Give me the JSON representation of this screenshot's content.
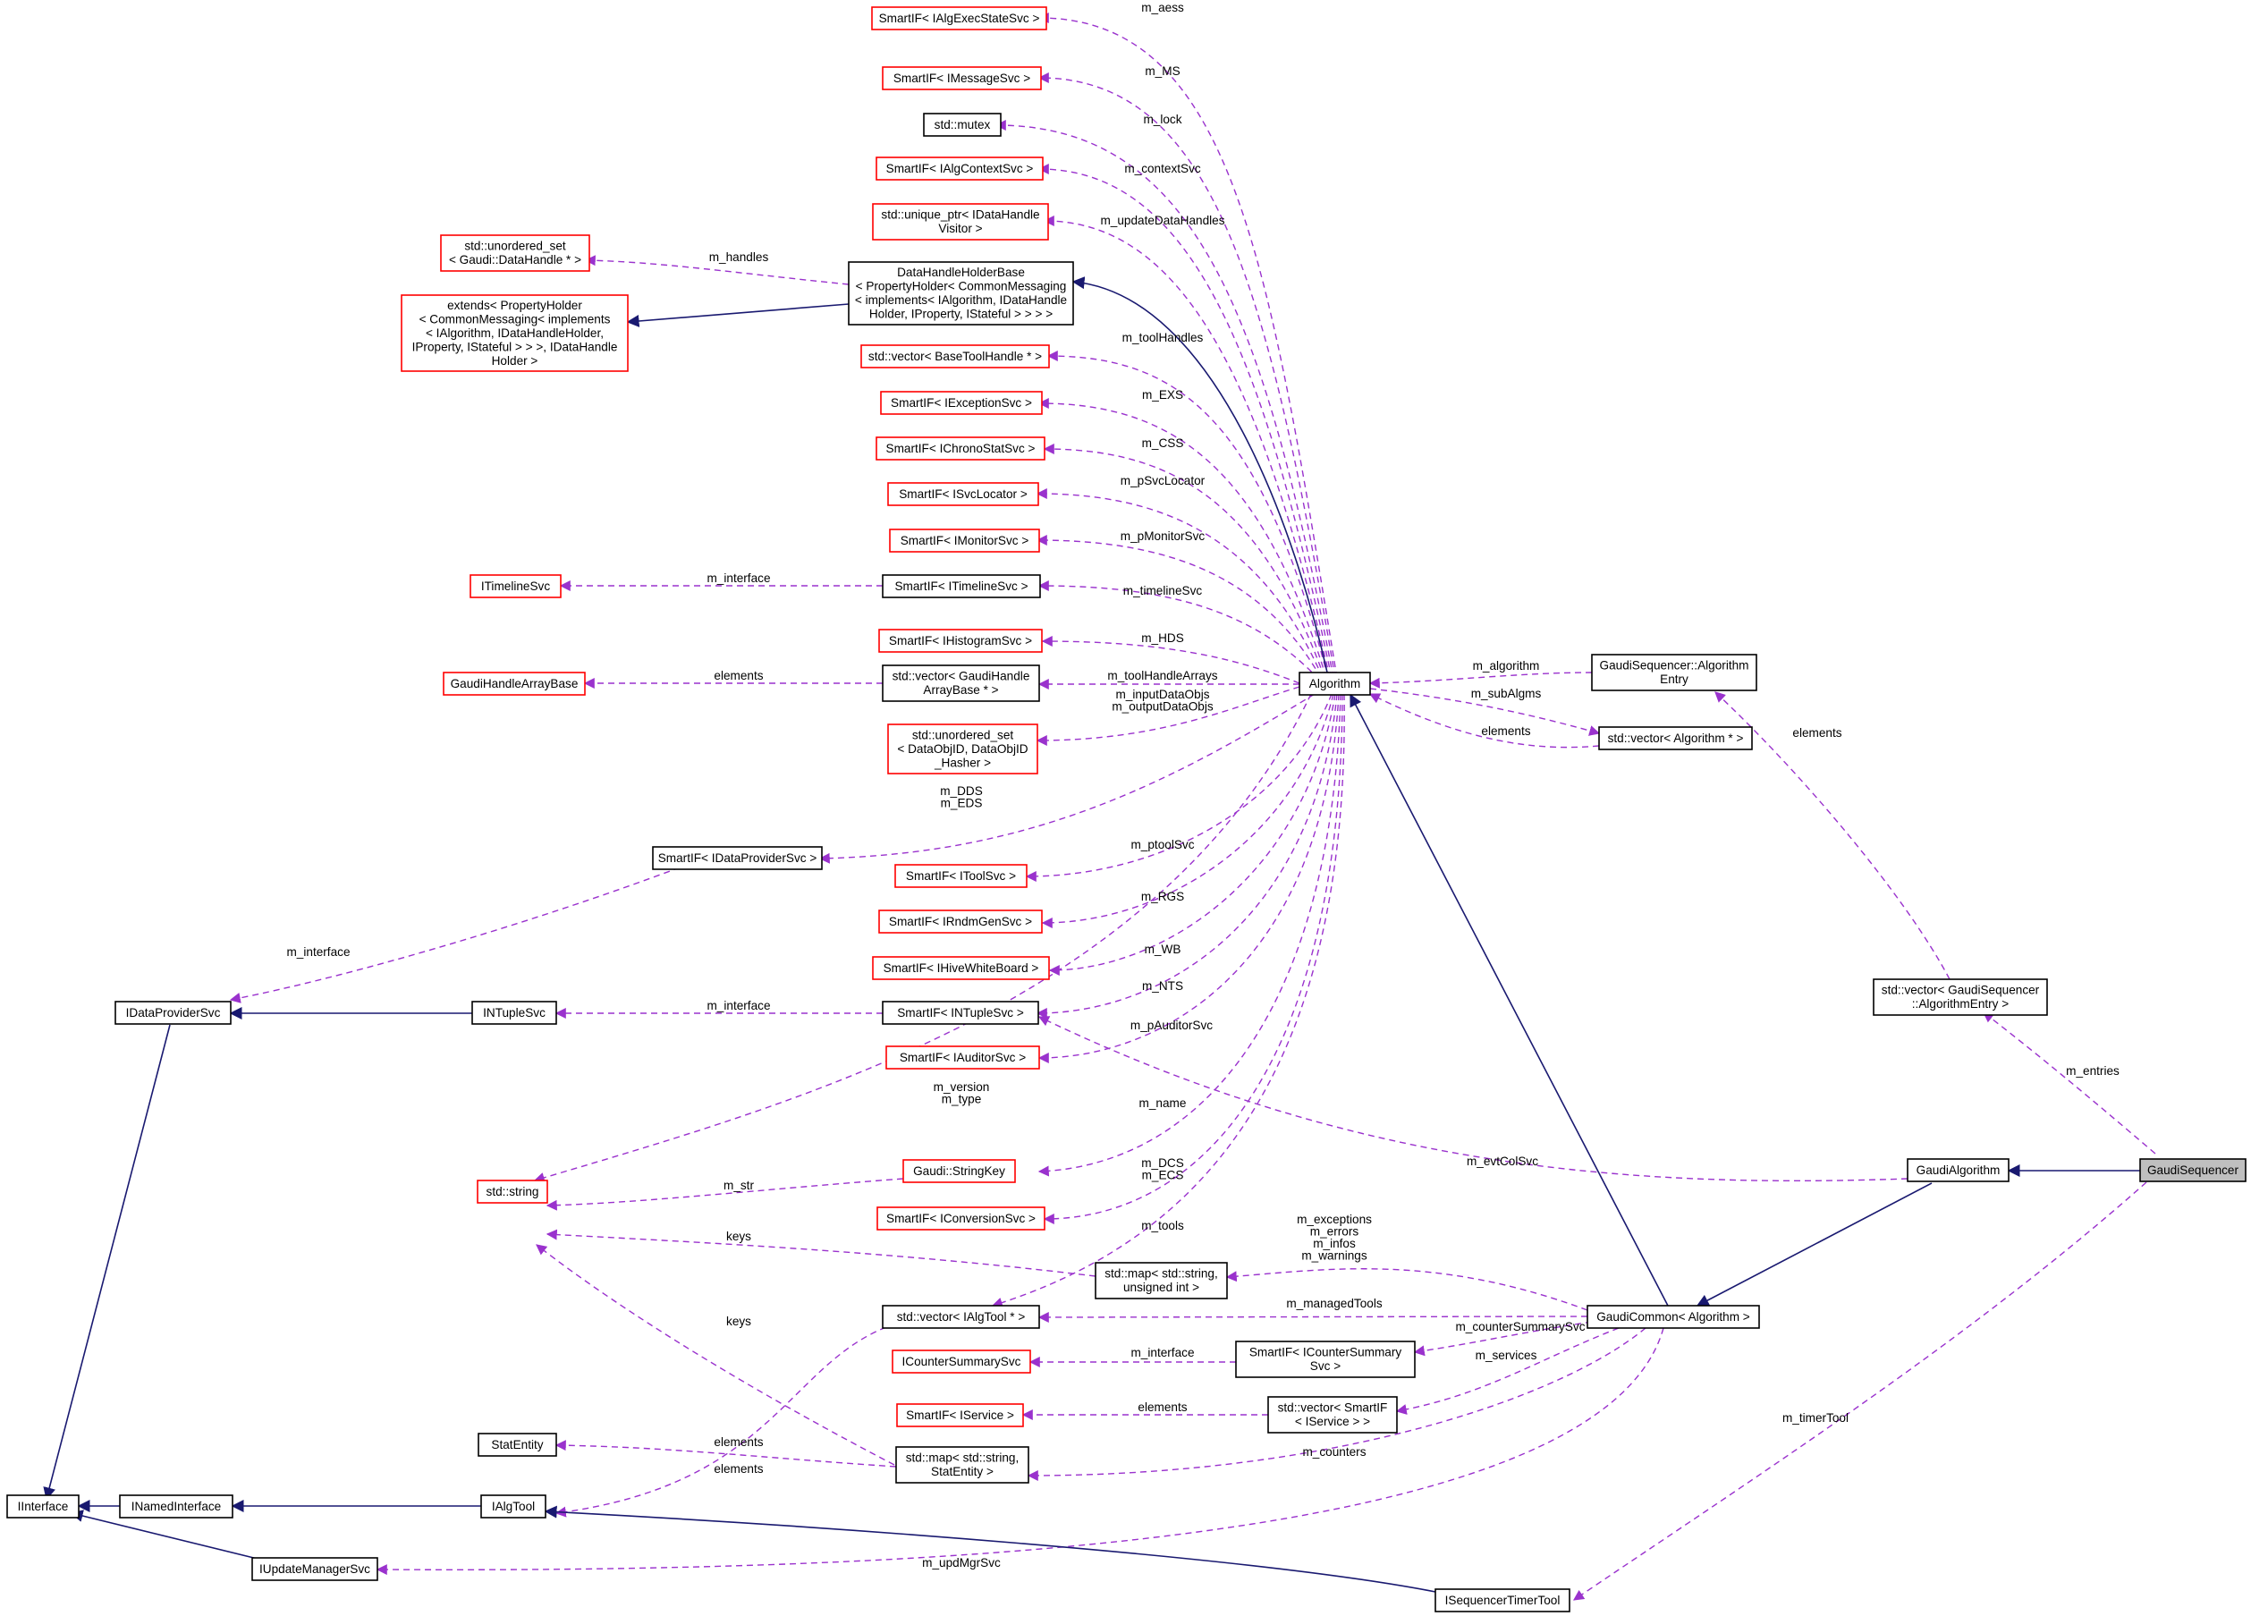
{
  "colors": {
    "usage_edge": "#9a32cd",
    "inheritance_edge": "#191970",
    "documented_border": "#000000",
    "undocumented_border": "#ff0000",
    "focus_fill": "#bfbfbf"
  },
  "nodes": {
    "n_aess": [
      "SmartIF< IAlgExecStateSvc >"
    ],
    "n_ms": [
      "SmartIF< IMessageSvc >"
    ],
    "n_mutex": [
      "std::mutex"
    ],
    "n_ctx": [
      "SmartIF< IAlgContextSvc >"
    ],
    "n_uptr": [
      "std::unique_ptr< IDataHandle",
      "Visitor >"
    ],
    "n_uset_dh": [
      "std::unordered_set",
      "< Gaudi::DataHandle * >"
    ],
    "n_dhhb": [
      "DataHandleHolderBase",
      "< PropertyHolder< CommonMessaging",
      "< implements< IAlgorithm, IDataHandle",
      "Holder, IProperty, IStateful > > > >"
    ],
    "n_ext": [
      "extends< PropertyHolder",
      "< CommonMessaging< implements",
      "< IAlgorithm, IDataHandleHolder,",
      "IProperty, IStateful > > >, IDataHandle",
      "Holder >"
    ],
    "n_vbth": [
      "std::vector< BaseToolHandle * >"
    ],
    "n_exs": [
      "SmartIF< IExceptionSvc >"
    ],
    "n_css": [
      "SmartIF< IChronoStatSvc >"
    ],
    "n_svcloc": [
      "SmartIF< ISvcLocator >"
    ],
    "n_mon": [
      "SmartIF< IMonitorSvc >"
    ],
    "n_itl": [
      "ITimelineSvc"
    ],
    "n_sitl": [
      "SmartIF< ITimelineSvc >"
    ],
    "n_hds": [
      "SmartIF< IHistogramSvc >"
    ],
    "n_ghab": [
      "GaudiHandleArrayBase"
    ],
    "n_vgh": [
      "std::vector< GaudiHandle",
      "ArrayBase * >"
    ],
    "n_alg": [
      "Algorithm"
    ],
    "n_gsae": [
      "GaudiSequencer::Algorithm",
      "Entry"
    ],
    "n_vap": [
      "std::vector< Algorithm * >"
    ],
    "n_uset_doid": [
      "std::unordered_set",
      "< DataObjID, DataObjID",
      "_Hasher >"
    ],
    "n_dps": [
      "SmartIF< IDataProviderSvc >"
    ],
    "n_tool": [
      "SmartIF< IToolSvc >"
    ],
    "n_rgs": [
      "SmartIF< IRndmGenSvc >"
    ],
    "n_wb": [
      "SmartIF< IHiveWhiteBoard >"
    ],
    "n_vgse": [
      "std::vector< GaudiSequencer",
      "::AlgorithmEntry >"
    ],
    "n_idps": [
      "IDataProviderSvc"
    ],
    "n_ints": [
      "INTupleSvc"
    ],
    "n_snts": [
      "SmartIF< INTupleSvc >"
    ],
    "n_aud": [
      "SmartIF< IAuditorSvc >"
    ],
    "n_str": [
      "std::string"
    ],
    "n_skey": [
      "Gaudi::StringKey"
    ],
    "n_ga": [
      "GaudiAlgorithm"
    ],
    "n_gs": [
      "GaudiSequencer"
    ],
    "n_conv": [
      "SmartIF< IConversionSvc >"
    ],
    "n_mapsi": [
      "std::map< std::string,",
      "unsigned int >"
    ],
    "n_vat": [
      "std::vector< IAlgTool * >"
    ],
    "n_gc": [
      "GaudiCommon< Algorithm >"
    ],
    "n_ics": [
      "ICounterSummarySvc"
    ],
    "n_sics": [
      "SmartIF< ICounterSummary",
      "Svc >"
    ],
    "n_sis": [
      "SmartIF< IService >"
    ],
    "n_vsis": [
      "std::vector< SmartIF",
      "< IService > >"
    ],
    "n_stat": [
      "StatEntity"
    ],
    "n_mapse": [
      "std::map< std::string,",
      "StatEntity >"
    ],
    "n_ii": [
      "IInterface"
    ],
    "n_ini": [
      "INamedInterface"
    ],
    "n_iat": [
      "IAlgTool"
    ],
    "n_ums": [
      "IUpdateManagerSvc"
    ],
    "n_stt": [
      "ISequencerTimerTool"
    ]
  },
  "edge_labels": {
    "m_aess": [
      "m_aess"
    ],
    "m_ms": [
      "m_MS"
    ],
    "m_lock": [
      "m_lock"
    ],
    "m_ctx": [
      "m_contextSvc"
    ],
    "m_udh": [
      "m_updateDataHandles"
    ],
    "m_handles": [
      "m_handles"
    ],
    "m_toolh": [
      "m_toolHandles"
    ],
    "m_exs": [
      "m_EXS"
    ],
    "m_css": [
      "m_CSS"
    ],
    "m_psl": [
      "m_pSvcLocator"
    ],
    "m_pmon": [
      "m_pMonitorSvc"
    ],
    "m_tl": [
      "m_timelineSvc"
    ],
    "m_itf_tl": [
      "m_interface"
    ],
    "m_hds": [
      "m_HDS"
    ],
    "el_gh": [
      "elements"
    ],
    "m_tha": [
      "m_toolHandleArrays"
    ],
    "m_iodo": [
      "m_inputDataObjs",
      "m_outputDataObjs"
    ],
    "m_algo": [
      "m_algorithm"
    ],
    "m_sub": [
      "m_subAlgms"
    ],
    "el_vap": [
      "elements"
    ],
    "el_gsae": [
      "elements"
    ],
    "m_dds": [
      "m_DDS",
      "m_EDS"
    ],
    "m_itf_dps": [
      "m_interface"
    ],
    "m_ptool": [
      "m_ptoolSvc"
    ],
    "m_rgs": [
      "m_RGS"
    ],
    "m_wb": [
      "m_WB"
    ],
    "m_nts": [
      "m_NTS"
    ],
    "m_itf_nts": [
      "m_interface"
    ],
    "m_paud": [
      "m_pAuditorSvc"
    ],
    "m_entries": [
      "m_entries"
    ],
    "m_vt": [
      "m_version",
      "m_type"
    ],
    "m_name": [
      "m_name"
    ],
    "m_evt": [
      "m_evtColSvc"
    ],
    "m_str": [
      "m_str"
    ],
    "m_dcs": [
      "m_DCS",
      "m_ECS"
    ],
    "m_tools": [
      "m_tools"
    ],
    "m_ex": [
      "m_exceptions",
      "m_errors",
      "m_infos",
      "m_warnings"
    ],
    "keys1": [
      "keys"
    ],
    "keys2": [
      "keys"
    ],
    "m_mt": [
      "m_managedTools"
    ],
    "m_css2": [
      "m_counterSummarySvc"
    ],
    "m_itf_ics": [
      "m_interface"
    ],
    "m_svcs": [
      "m_services"
    ],
    "el_sis": [
      "elements"
    ],
    "m_cnt": [
      "m_counters"
    ],
    "el_stat": [
      "elements"
    ],
    "el_vat": [
      "elements"
    ],
    "m_timer": [
      "m_timerTool"
    ],
    "m_upd": [
      "m_updMgrSvc"
    ]
  }
}
